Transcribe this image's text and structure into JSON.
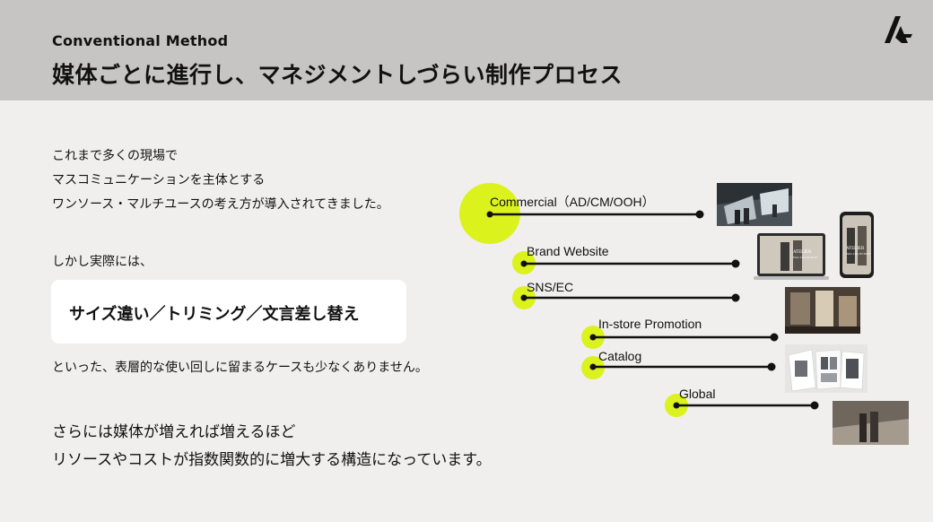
{
  "header": {
    "kicker": "Conventional Method",
    "title": "媒体ごとに進行し、マネジメントしづらい制作プロセス"
  },
  "body": {
    "intro_lines": [
      "これまで多くの現場で",
      "マスコミュニケーションを主体とする",
      "ワンソース・マルチユースの考え方が導入されてきました。"
    ],
    "however": "しかし実際には、",
    "highlight": "サイズ違い／トリミング／文言差し替え",
    "after": "といった、表層的な使い回しに留まるケースも少なくありません。",
    "outro_lines": [
      "さらには媒体が増えれば増えるほど",
      "リソースやコストが指数関数的に増大する構造になっています。"
    ]
  },
  "channels": [
    {
      "label": "Commercial（AD/CM/OOH）",
      "media": "commercial-photo"
    },
    {
      "label": "Brand Website",
      "media": "website-mockup"
    },
    {
      "label": "SNS/EC",
      "media": "sns-photo"
    },
    {
      "label": "In-store Promotion",
      "media": "store-photo"
    },
    {
      "label": "Catalog",
      "media": "catalog-mockup"
    },
    {
      "label": "Global",
      "media": "global-photo"
    }
  ],
  "mockup": {
    "text_a": "ATELIER",
    "text_b": "FALL COLLECTION"
  },
  "colors": {
    "accent": "#dbf21c",
    "header_bg": "#c6c5c3",
    "page_bg": "#f0efed",
    "text": "#111111"
  }
}
